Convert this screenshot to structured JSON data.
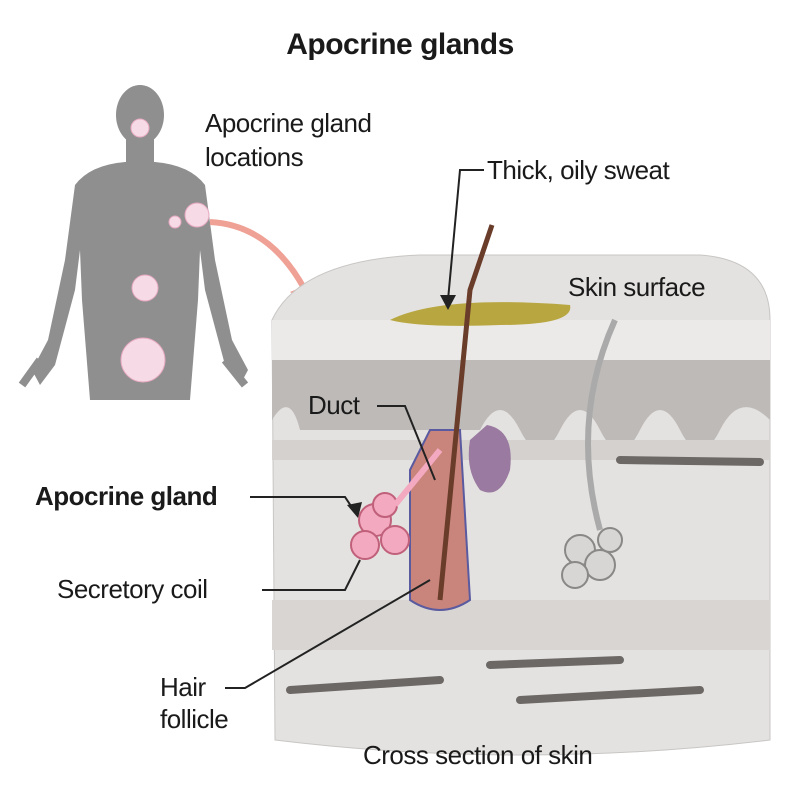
{
  "title": "Apocrine glands",
  "labels": {
    "locations_line1": "Apocrine gland",
    "locations_line2": "locations",
    "sweat": "Thick, oily sweat",
    "skin_surface": "Skin surface",
    "duct": "Duct",
    "apocrine_gland": "Apocrine gland",
    "secretory_coil": "Secretory coil",
    "hair_line1": "Hair",
    "hair_line2": "follicle",
    "caption": "Cross section of skin"
  },
  "colors": {
    "body": "#8f8f8f",
    "gland_marker": "#f6dbe6",
    "arrow": "#f0a195",
    "skin": "#e4e2e0",
    "sweat": "#b8a640",
    "gland": "#f3a9c0",
    "follicle": "#c9857c",
    "sebaceous": "#9a7aa0"
  }
}
